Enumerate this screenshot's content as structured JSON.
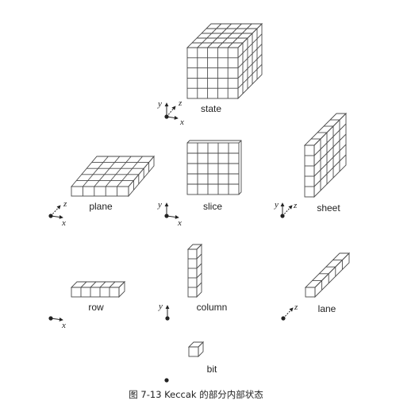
{
  "labels": {
    "state": "state",
    "plane": "plane",
    "slice": "slice",
    "sheet": "sheet",
    "row": "row",
    "column": "column",
    "lane": "lane",
    "bit": "bit"
  },
  "axes": {
    "x": "x",
    "y": "y",
    "z": "z"
  },
  "caption": "图 7-13   Keccak 的部分内部状态"
}
